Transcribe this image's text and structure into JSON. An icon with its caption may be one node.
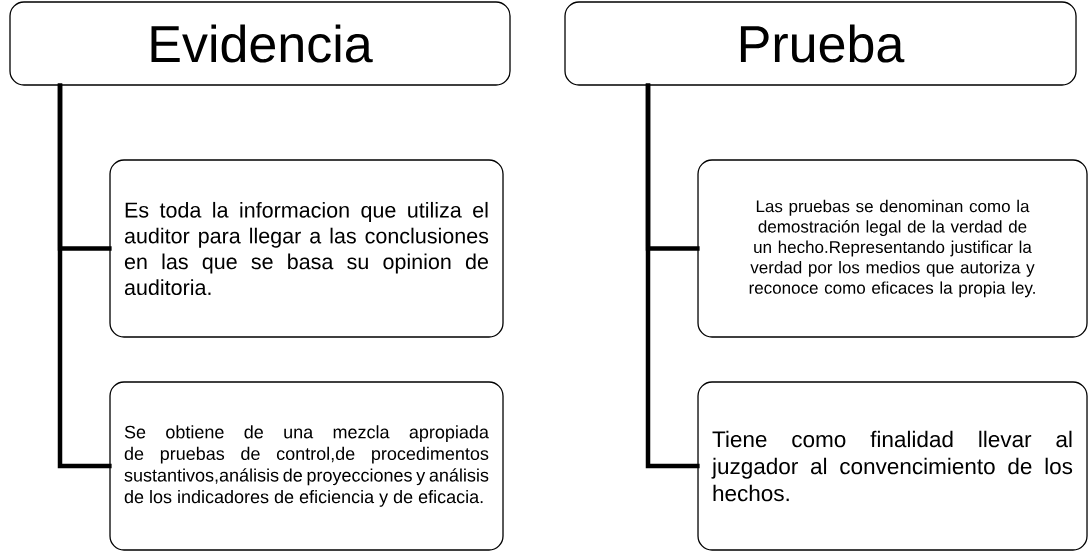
{
  "diagram": {
    "nodes": [
      {
        "text": [
          "Evidencia"
        ]
      },
      {
        "text": [
          "Es toda la informacion que utiliza el auditor para llegar a las conclusiones en las que se basa su opinion de auditoria."
        ]
      },
      {
        "text": [
          "Se obtiene  de una mezcla apropiada de pruebas de control,de procedimentos sustantivos,análisis de proyecciones y análisis de los indicadores de eficiencia y de eficacia."
        ]
      },
      {
        "text": [
          "Prueba"
        ]
      },
      {
        "text": [
          "Las pruebas se denominan como la demostración legal de la verdad de un hecho.Representando justificar  la verdad por los medios que autoriza y reconoce  como eficaces la propia ley."
        ]
      },
      {
        "text": [
          "Tiene como finalidad llevar al juzgador al convencimiento de los hechos."
        ]
      }
    ],
    "edges": [
      {
        "from": 0,
        "to": 1,
        "arrow": "none"
      },
      {
        "from": 0,
        "to": 2,
        "arrow": "none"
      },
      {
        "from": 3,
        "to": 4,
        "arrow": "none"
      },
      {
        "from": 3,
        "to": 5,
        "arrow": "none"
      }
    ]
  }
}
